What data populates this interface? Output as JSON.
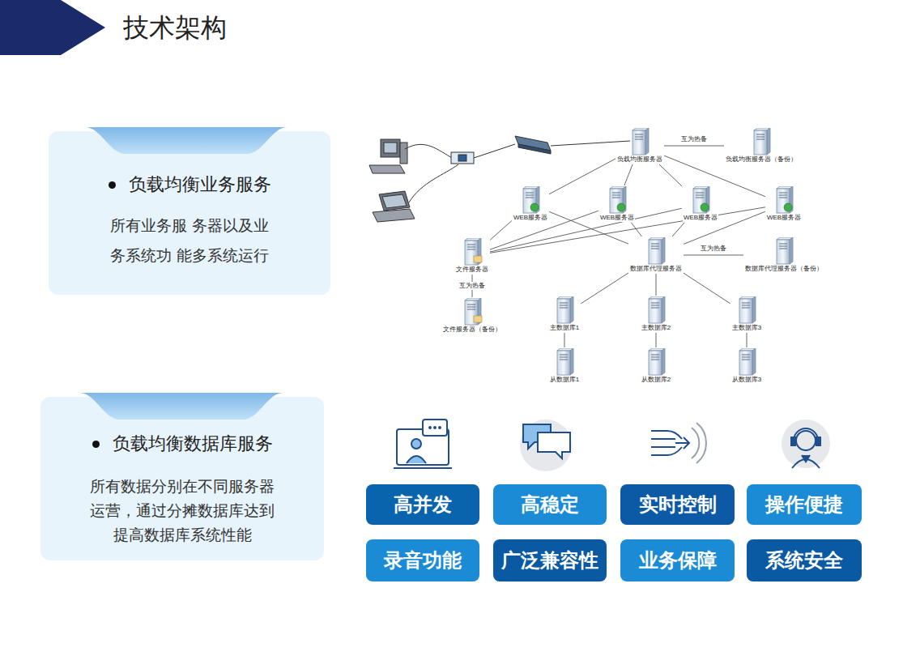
{
  "diagram": {
    "title": "技术架构",
    "nodes": [
      {
        "text": [
          "负载均衡业务服务",
          "所有业务服 务器以及业 务系统功 能多系统运行"
        ]
      },
      {
        "text": [
          "负载均衡数据库服务",
          "所有数据分别在不同服务器 运营，通过分摊数据库达到 提高数据库系统性能"
        ]
      },
      {
        "text": [
          "负载均衡服务器"
        ]
      },
      {
        "text": [
          "负载均衡服务器（备份）"
        ]
      },
      {
        "text": [
          "WEB服务器"
        ]
      },
      {
        "text": [
          "WEB服务器"
        ]
      },
      {
        "text": [
          "WEB服务器"
        ]
      },
      {
        "text": [
          "WEB服务器"
        ]
      },
      {
        "text": [
          "文件服务器"
        ]
      },
      {
        "text": [
          "数据库代理服务器"
        ]
      },
      {
        "text": [
          "数据库代理服务器（备份）"
        ]
      },
      {
        "text": [
          "文件服务器（备份）"
        ]
      },
      {
        "text": [
          "主数据库1"
        ]
      },
      {
        "text": [
          "主数据库2"
        ]
      },
      {
        "text": [
          "主数据库3"
        ]
      },
      {
        "text": [
          "从数据库1"
        ]
      },
      {
        "text": [
          "从数据库2"
        ]
      },
      {
        "text": [
          "从数据库3"
        ]
      },
      {
        "text": [
          "高并发"
        ]
      },
      {
        "text": [
          "高稳定"
        ]
      },
      {
        "text": [
          "实时控制"
        ]
      },
      {
        "text": [
          "操作便捷"
        ]
      },
      {
        "text": [
          "录音功能"
        ]
      },
      {
        "text": [
          "广泛兼容性"
        ]
      },
      {
        "text": [
          "业务保障"
        ]
      },
      {
        "text": [
          "系统安全"
        ]
      }
    ],
    "edges": [
      {
        "from": 2,
        "to": 3,
        "label": "互为热备",
        "arrow": "none"
      },
      {
        "from": 2,
        "to": 4,
        "arrow": "none"
      },
      {
        "from": 2,
        "to": 5,
        "arrow": "none"
      },
      {
        "from": 2,
        "to": 6,
        "arrow": "none"
      },
      {
        "from": 2,
        "to": 7,
        "arrow": "none"
      },
      {
        "from": 4,
        "to": 8,
        "arrow": "none"
      },
      {
        "from": 5,
        "to": 8,
        "arrow": "none"
      },
      {
        "from": 6,
        "to": 8,
        "arrow": "none"
      },
      {
        "from": 7,
        "to": 8,
        "arrow": "none"
      },
      {
        "from": 4,
        "to": 9,
        "arrow": "none"
      },
      {
        "from": 5,
        "to": 9,
        "arrow": "none"
      },
      {
        "from": 6,
        "to": 9,
        "arrow": "none"
      },
      {
        "from": 7,
        "to": 9,
        "arrow": "none"
      },
      {
        "from": 9,
        "to": 10,
        "label": "互为热备",
        "arrow": "none"
      },
      {
        "from": 8,
        "to": 11,
        "label": "互为热备",
        "arrow": "none"
      },
      {
        "from": 9,
        "to": 12,
        "arrow": "none"
      },
      {
        "from": 9,
        "to": 13,
        "arrow": "none"
      },
      {
        "from": 9,
        "to": 14,
        "arrow": "none"
      },
      {
        "from": 12,
        "to": 15,
        "arrow": "none"
      },
      {
        "from": 13,
        "to": 16,
        "arrow": "none"
      },
      {
        "from": 14,
        "to": 17,
        "arrow": "none"
      }
    ]
  }
}
